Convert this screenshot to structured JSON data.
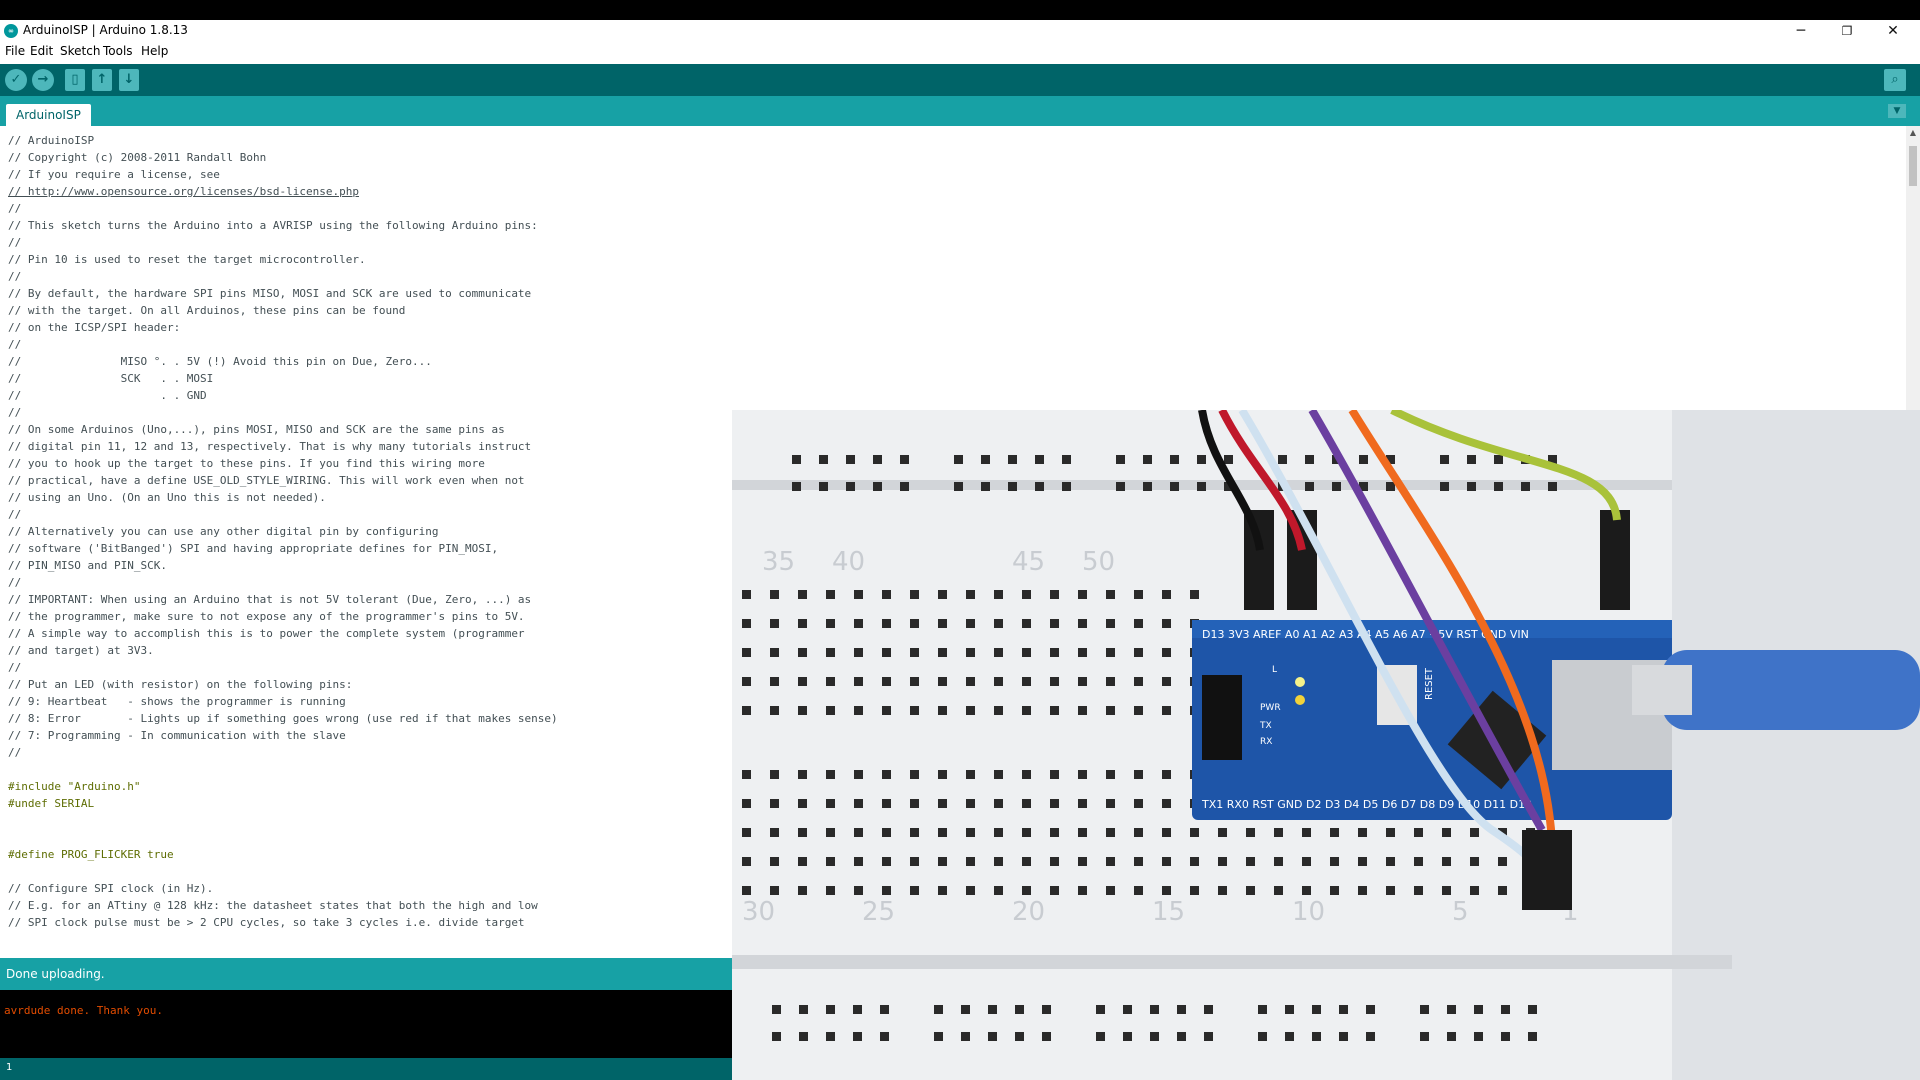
{
  "window": {
    "title": "ArduinoISP | Arduino 1.8.13",
    "controls": {
      "minimize": "─",
      "restore": "❐",
      "close": "✕"
    }
  },
  "menu": [
    "File",
    "Edit",
    "Sketch",
    "Tools",
    "Help"
  ],
  "toolbar": {
    "verify": "✓",
    "upload": "→",
    "new": "▯",
    "open": "↑",
    "save": "↓",
    "serial_monitor": "⌕"
  },
  "tabs": [
    {
      "label": "ArduinoISP"
    }
  ],
  "tab_menu": "▼",
  "editor": {
    "lines": [
      "// ArduinoISP",
      "// Copyright (c) 2008-2011 Randall Bohn",
      "// If you require a license, see",
      "// http://www.opensource.org/licenses/bsd-license.php",
      "//",
      "// This sketch turns the Arduino into a AVRISP using the following Arduino pins:",
      "//",
      "// Pin 10 is used to reset the target microcontroller.",
      "//",
      "// By default, the hardware SPI pins MISO, MOSI and SCK are used to communicate",
      "// with the target. On all Arduinos, these pins can be found",
      "// on the ICSP/SPI header:",
      "//",
      "//               MISO °. . 5V (!) Avoid this pin on Due, Zero...",
      "//               SCK   . . MOSI",
      "//                     . . GND",
      "//",
      "// On some Arduinos (Uno,...), pins MOSI, MISO and SCK are the same pins as",
      "// digital pin 11, 12 and 13, respectively. That is why many tutorials instruct",
      "// you to hook up the target to these pins. If you find this wiring more",
      "// practical, have a define USE_OLD_STYLE_WIRING. This will work even when not",
      "// using an Uno. (On an Uno this is not needed).",
      "//",
      "// Alternatively you can use any other digital pin by configuring",
      "// software ('BitBanged') SPI and having appropriate defines for PIN_MOSI,",
      "// PIN_MISO and PIN_SCK.",
      "//",
      "// IMPORTANT: When using an Arduino that is not 5V tolerant (Due, Zero, ...) as",
      "// the programmer, make sure to not expose any of the programmer's pins to 5V.",
      "// A simple way to accomplish this is to power the complete system (programmer",
      "// and target) at 3V3.",
      "//",
      "// Put an LED (with resistor) on the following pins:",
      "// 9: Heartbeat   - shows the programmer is running",
      "// 8: Error       - Lights up if something goes wrong (use red if that makes sense)",
      "// 7: Programming - In communication with the slave",
      "//",
      "",
      "#include \"Arduino.h\"",
      "#undef SERIAL",
      "",
      "",
      "#define PROG_FLICKER true",
      "",
      "// Configure SPI clock (in Hz).",
      "// E.g. for an ATtiny @ 128 kHz: the datasheet states that both the high and low",
      "// SPI clock pulse must be > 2 CPU cycles, so take 3 cycles i.e. divide target"
    ]
  },
  "status": {
    "message": "Done uploading."
  },
  "console": {
    "output": "avrdude done.  Thank you."
  },
  "footer": {
    "line": "1"
  },
  "photo_labels": {
    "pins_top": "D13 3V3 AREF A0 A1 A2 A3 A4 A5 A6 A7 +5V RST GND VIN",
    "pins_bottom": "TX1 RX0 RST GND D2 D3 D4 D5 D6 D7 D8 D9 D10 D11 D12",
    "leds": [
      "L",
      "PWR",
      "TX",
      "RX"
    ],
    "reset": "RESET",
    "row_numbers": [
      "50",
      "45",
      "40",
      "35",
      "30",
      "25",
      "20",
      "15",
      "10",
      "5",
      "1"
    ]
  },
  "colors": {
    "toolbar": "#006468",
    "tabbar": "#17a1a5",
    "console_text": "#e34c00"
  }
}
